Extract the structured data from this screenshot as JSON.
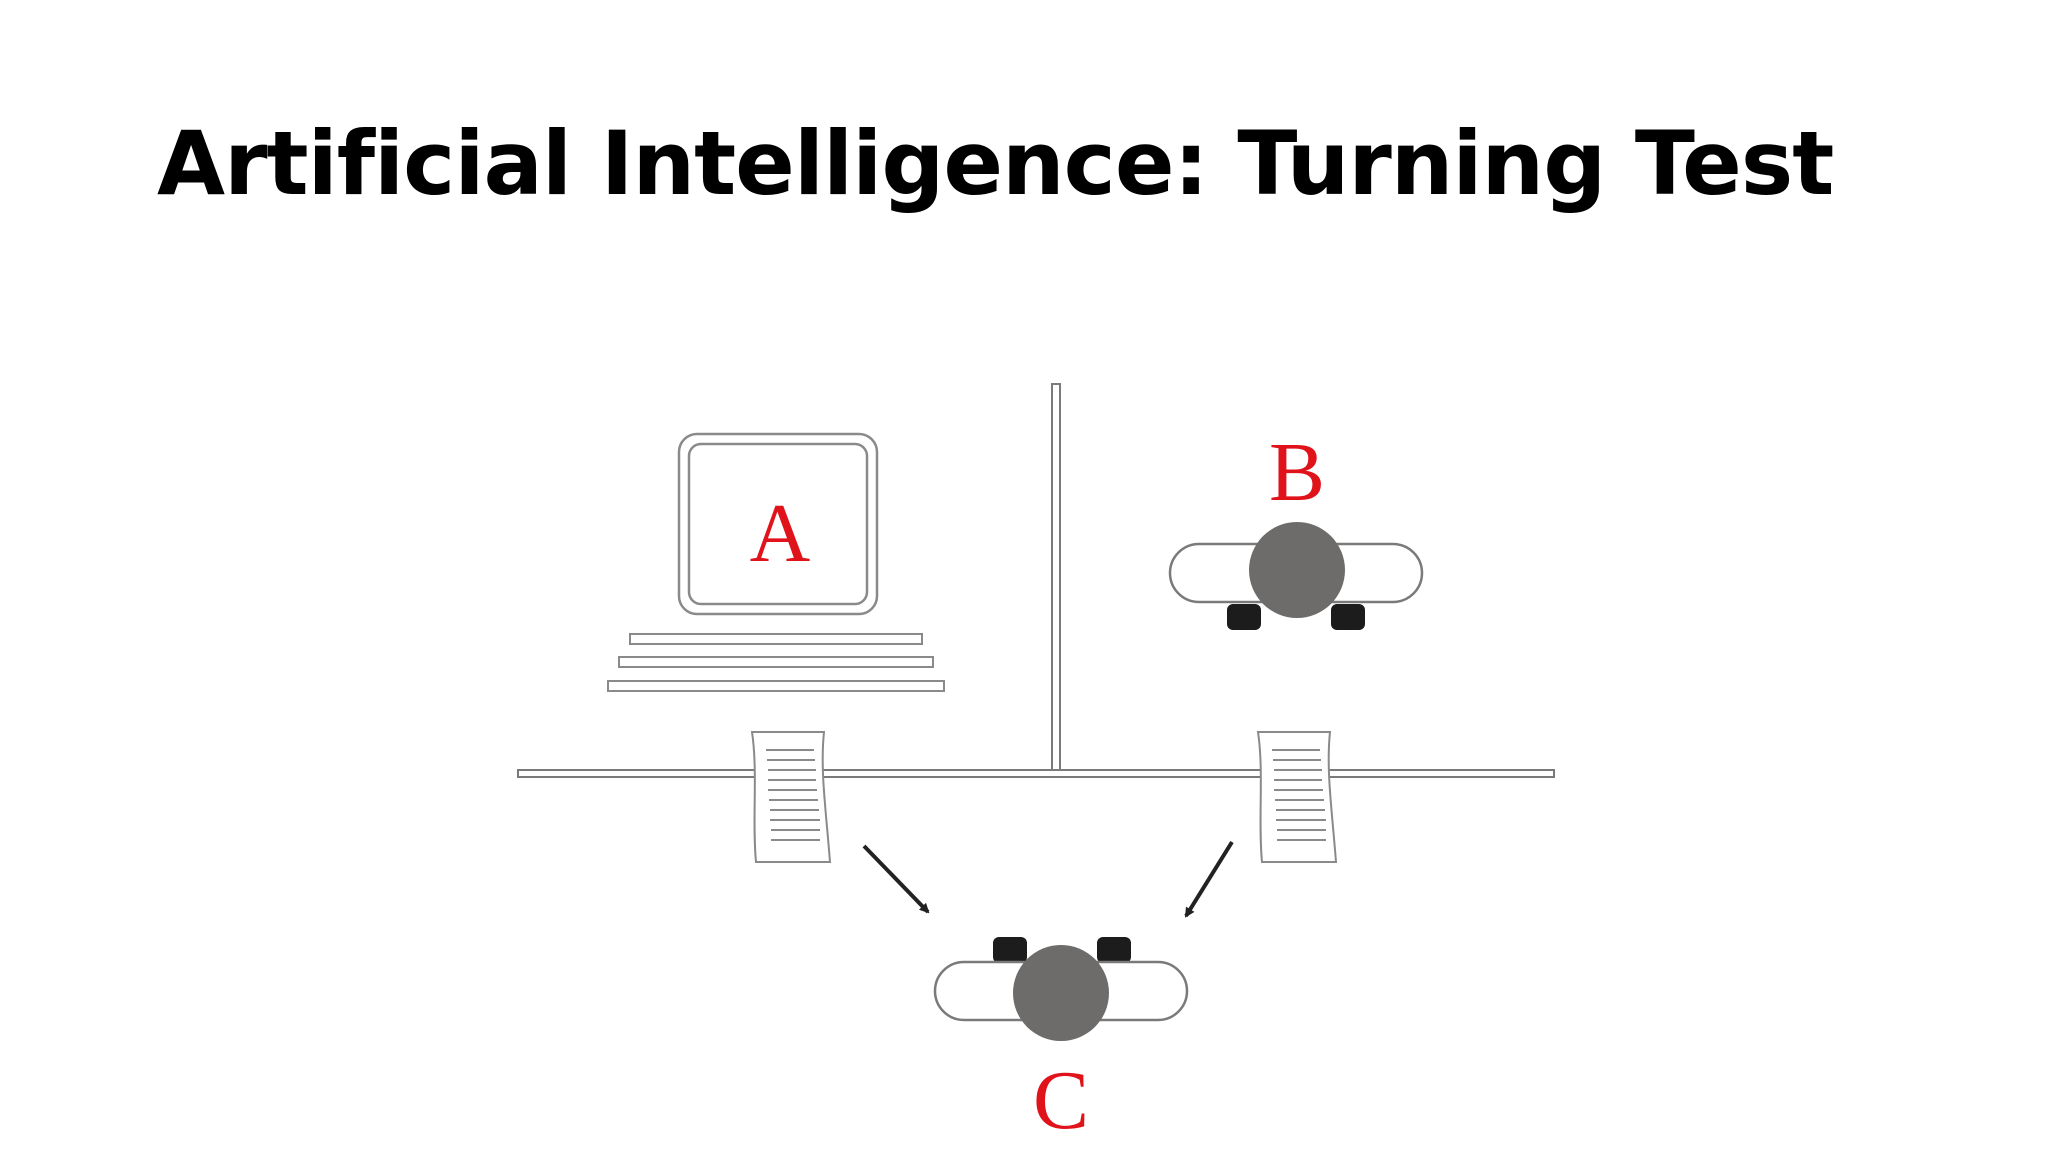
{
  "title": "Artificial Intelligence: Turning Test",
  "diagram": {
    "labels": {
      "a": "A",
      "b": "B",
      "c": "C"
    },
    "colors": {
      "label": "#e0131b",
      "person_head": "#6d6c6a",
      "outline": "#7a7a7a",
      "arrow": "#222222",
      "feet": "#1c1c1c"
    }
  }
}
